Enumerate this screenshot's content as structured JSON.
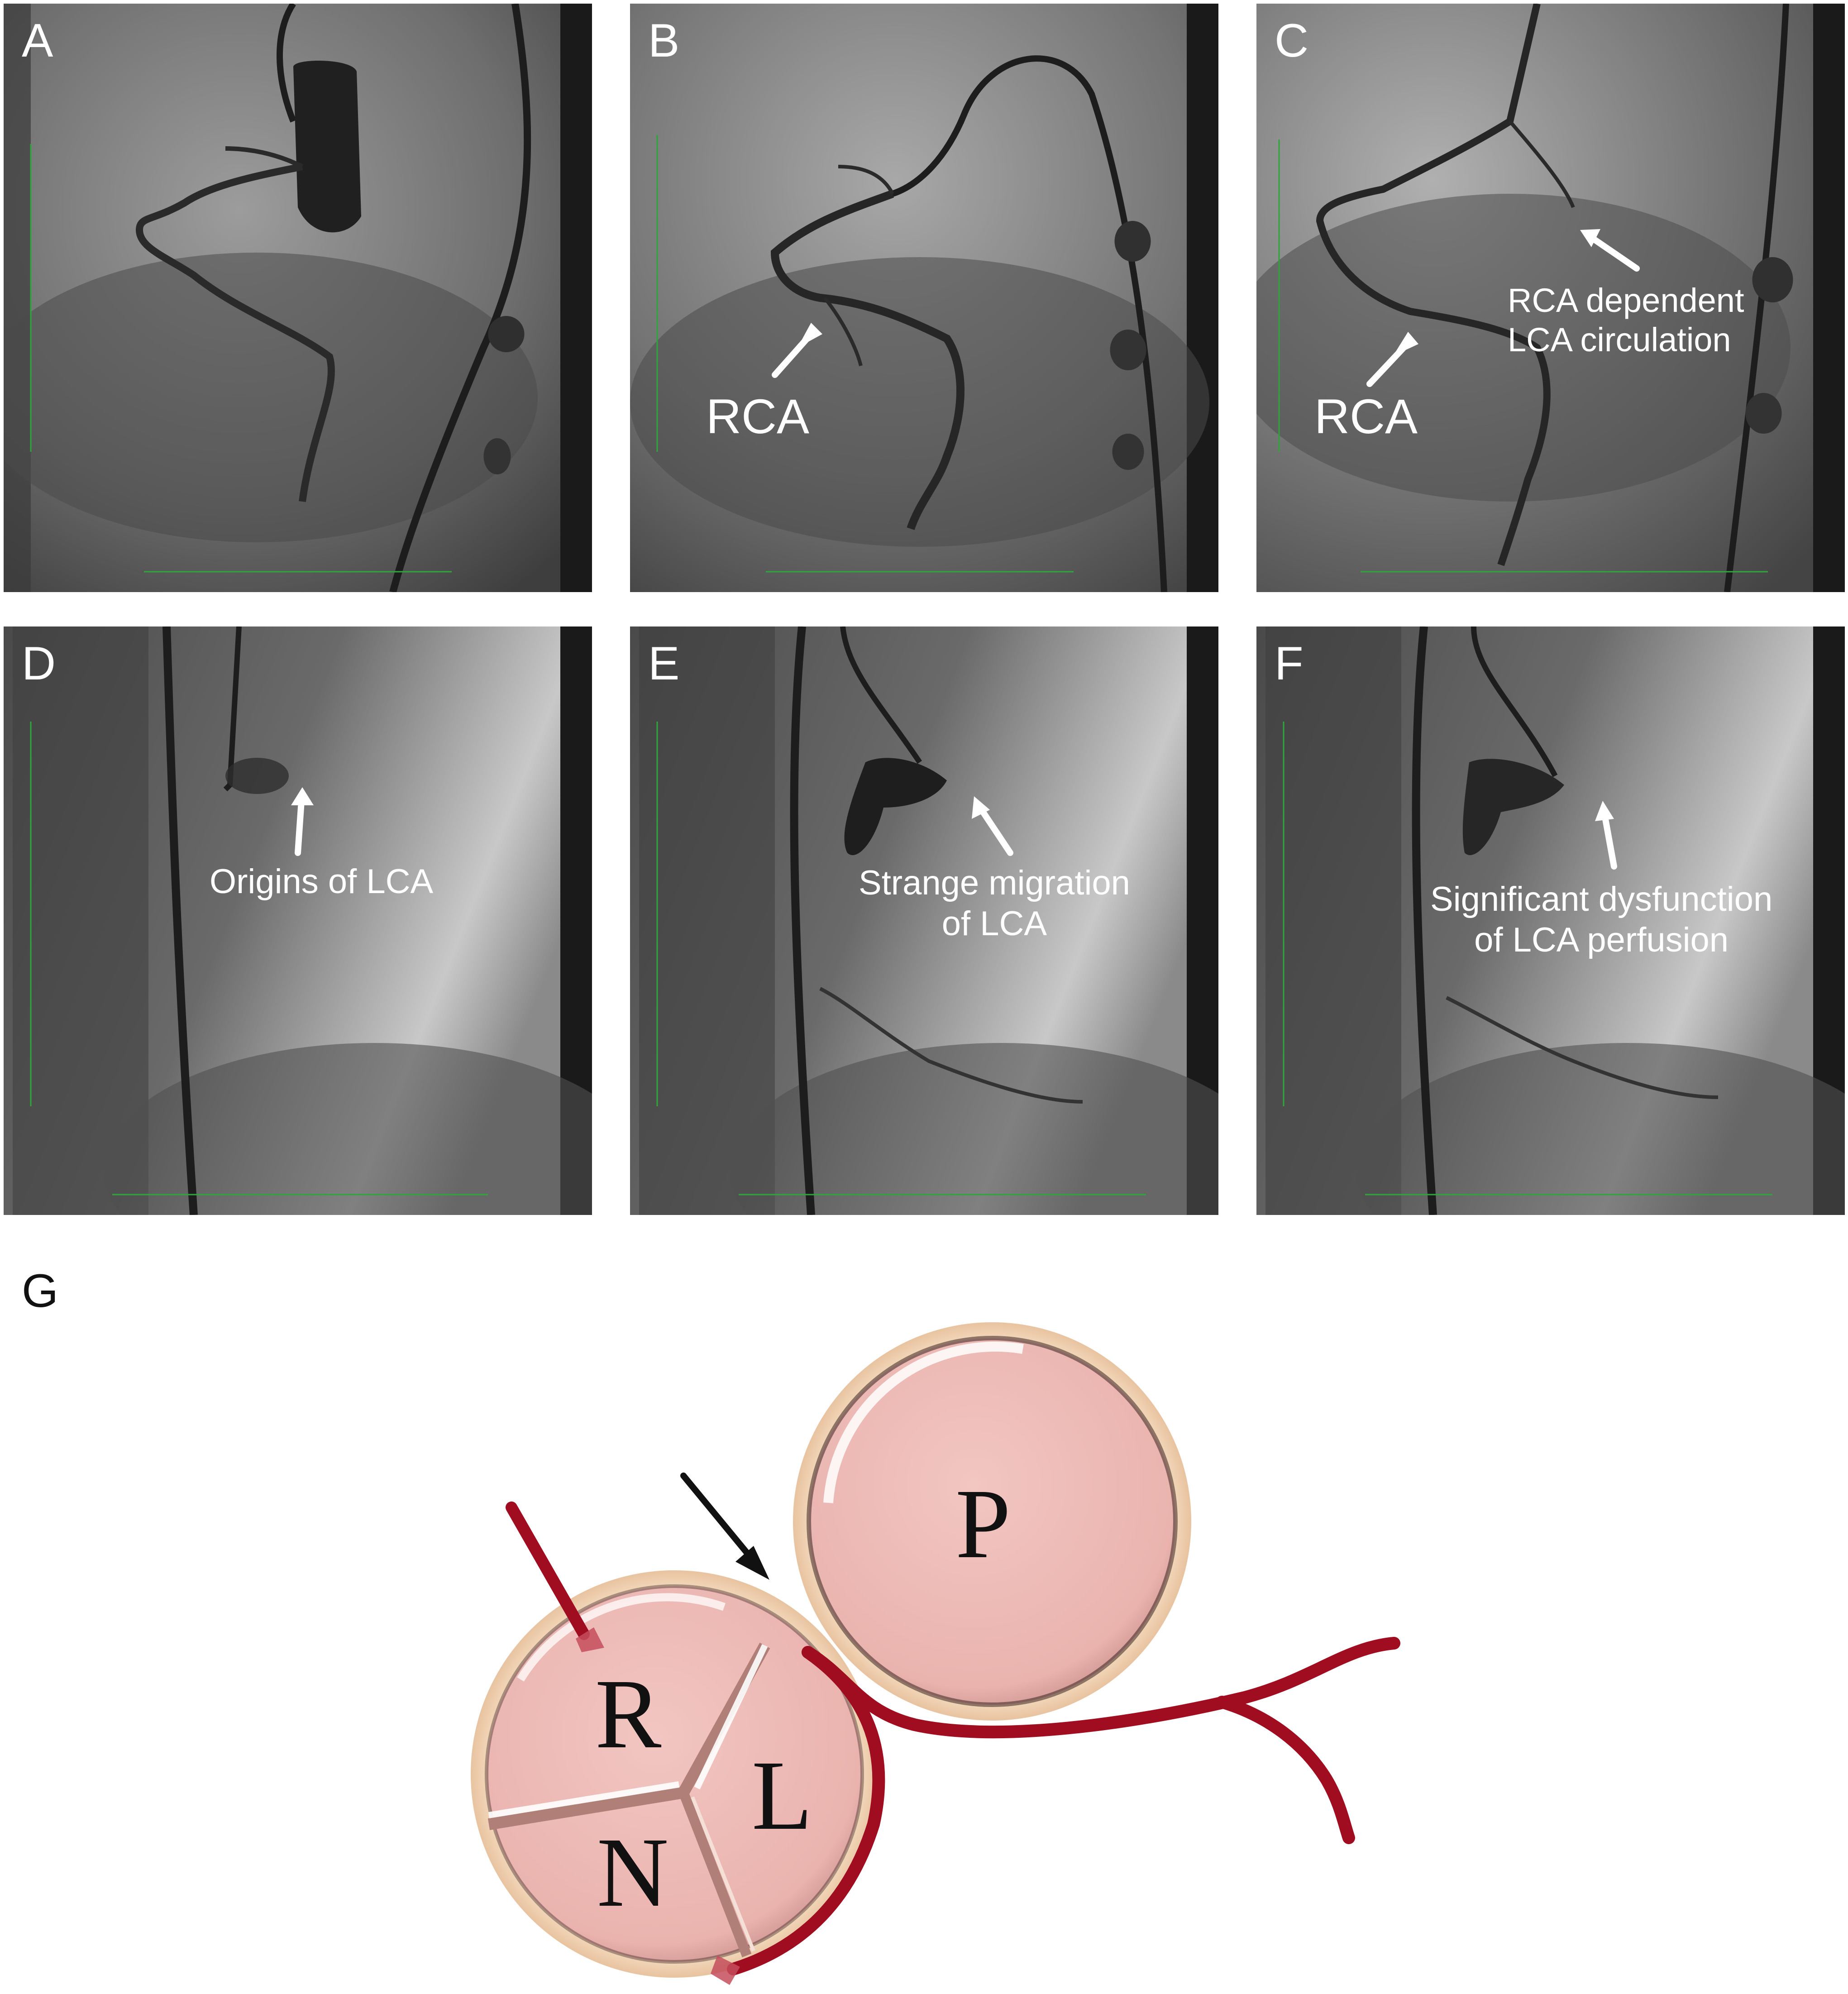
{
  "panels": {
    "a": {
      "label": "A"
    },
    "b": {
      "label": "B",
      "arrow_text": "RCA"
    },
    "c": {
      "label": "C",
      "arrow_text": "RCA",
      "note_line1": "RCA dependent",
      "note_line2": "LCA circulation"
    },
    "d": {
      "label": "D",
      "note": "Origins of LCA"
    },
    "e": {
      "label": "E",
      "note_line1": "Strange migration",
      "note_line2": "of LCA"
    },
    "f": {
      "label": "F",
      "note_line1": "Significant dysfunction",
      "note_line2": "of LCA perfusion"
    }
  },
  "schematic": {
    "label": "G",
    "cusp_right": "R",
    "cusp_left": "L",
    "cusp_noncoronary": "N",
    "pulmonary": "P"
  },
  "colors": {
    "vessel": "#a00d20",
    "valve_fill": "#efb8b4",
    "valve_rim": "#f3d2b6",
    "angio_gray": "#5e5e5e",
    "scale_green": "#2fa53a"
  }
}
